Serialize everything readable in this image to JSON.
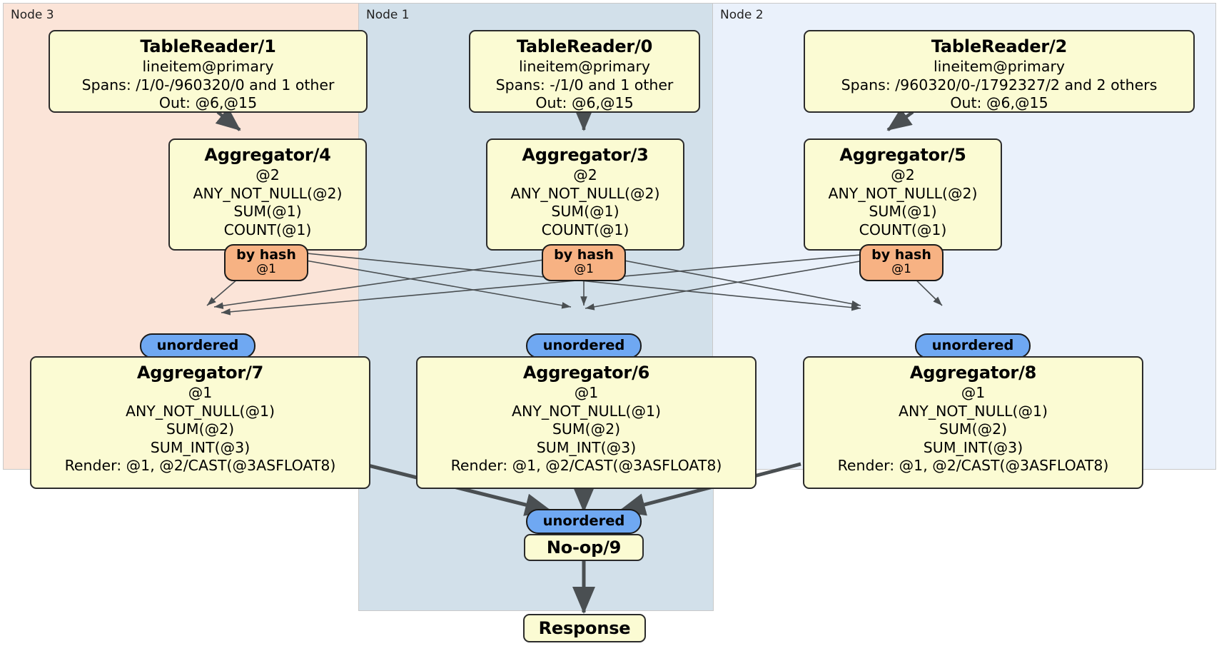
{
  "diagram": {
    "type": "distributed-query-plan",
    "regions": [
      {
        "id": "node3",
        "label": "Node 3",
        "color": "#fbe4d8"
      },
      {
        "id": "node1",
        "label": "Node 1",
        "color": "#d2e0ea"
      },
      {
        "id": "node2",
        "label": "Node 2",
        "color": "#eaf1fb"
      }
    ],
    "colors": {
      "processor_fill": "#fbfbd3",
      "processor_stroke": "#2b2b2b",
      "hash_badge": "#f7b283",
      "unordered_badge": "#6fa8f2",
      "edge": "#4a4f52",
      "thick_edge": "#4a4f52"
    },
    "processors": [
      {
        "id": "tr1",
        "region": "node3",
        "title": "TableReader/1",
        "lines": [
          "lineitem@primary",
          "Spans: /1/0-/960320/0 and 1 other",
          "Out: @6,@15"
        ]
      },
      {
        "id": "tr0",
        "region": "node1",
        "title": "TableReader/0",
        "lines": [
          "lineitem@primary",
          "Spans: -/1/0 and 1 other",
          "Out: @6,@15"
        ]
      },
      {
        "id": "tr2",
        "region": "node2",
        "title": "TableReader/2",
        "lines": [
          "lineitem@primary",
          "Spans: /960320/0-/1792327/2 and 2 others",
          "Out: @6,@15"
        ]
      },
      {
        "id": "agg4",
        "region": "node3",
        "title": "Aggregator/4",
        "lines": [
          "@2",
          "ANY_NOT_NULL(@2)",
          "SUM(@1)",
          "COUNT(@1)"
        ]
      },
      {
        "id": "agg3",
        "region": "node1",
        "title": "Aggregator/3",
        "lines": [
          "@2",
          "ANY_NOT_NULL(@2)",
          "SUM(@1)",
          "COUNT(@1)"
        ]
      },
      {
        "id": "agg5",
        "region": "node2",
        "title": "Aggregator/5",
        "lines": [
          "@2",
          "ANY_NOT_NULL(@2)",
          "SUM(@1)",
          "COUNT(@1)"
        ]
      },
      {
        "id": "agg7",
        "region": "node3",
        "title": "Aggregator/7",
        "lines": [
          "@1",
          "ANY_NOT_NULL(@1)",
          "SUM(@2)",
          "SUM_INT(@3)",
          "Render: @1, @2/CAST(@3ASFLOAT8)"
        ]
      },
      {
        "id": "agg6",
        "region": "node1",
        "title": "Aggregator/6",
        "lines": [
          "@1",
          "ANY_NOT_NULL(@1)",
          "SUM(@2)",
          "SUM_INT(@3)",
          "Render: @1, @2/CAST(@3ASFLOAT8)"
        ]
      },
      {
        "id": "agg8",
        "region": "node2",
        "title": "Aggregator/8",
        "lines": [
          "@1",
          "ANY_NOT_NULL(@1)",
          "SUM(@2)",
          "SUM_INT(@3)",
          "Render: @1, @2/CAST(@3ASFLOAT8)"
        ]
      },
      {
        "id": "noop9",
        "region": "node1",
        "title": "No-op/9",
        "lines": []
      },
      {
        "id": "response",
        "region": "node1",
        "title": "Response",
        "lines": []
      }
    ],
    "badges": [
      {
        "id": "hash-left",
        "kind": "by-hash",
        "label": "by hash",
        "sub": "@1"
      },
      {
        "id": "hash-center",
        "kind": "by-hash",
        "label": "by hash",
        "sub": "@1"
      },
      {
        "id": "hash-right",
        "kind": "by-hash",
        "label": "by hash",
        "sub": "@1"
      },
      {
        "id": "unord-left",
        "kind": "unordered",
        "label": "unordered",
        "sub": ""
      },
      {
        "id": "unord-center",
        "kind": "unordered",
        "label": "unordered",
        "sub": ""
      },
      {
        "id": "unord-right",
        "kind": "unordered",
        "label": "unordered",
        "sub": ""
      },
      {
        "id": "unord-final",
        "kind": "unordered",
        "label": "unordered",
        "sub": ""
      }
    ]
  }
}
